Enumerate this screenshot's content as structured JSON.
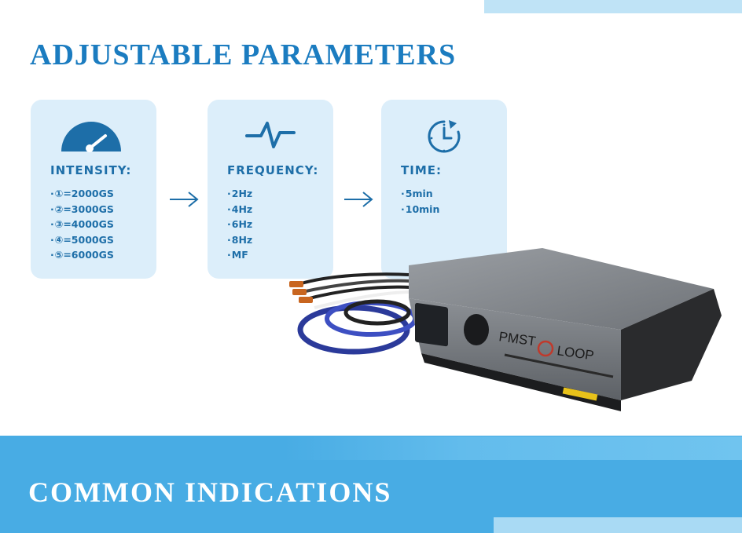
{
  "header": {
    "title": "ADJUSTABLE PARAMETERS"
  },
  "cards": [
    {
      "icon": "gauge-icon",
      "title": "INTENSITY:",
      "items": [
        "①=2000GS",
        "②=3000GS",
        "③=4000GS",
        "④=5000GS",
        "⑤=6000GS"
      ]
    },
    {
      "icon": "pulse-wave-icon",
      "title": "FREQUENCY:",
      "items": [
        "2Hz",
        "4Hz",
        "6Hz",
        "8Hz",
        "MF"
      ]
    },
    {
      "icon": "timer-icon",
      "title": "TIME:",
      "items": [
        "5min",
        "10min"
      ]
    }
  ],
  "arrows": [
    "arrow-right-icon",
    "arrow-right-icon"
  ],
  "device": {
    "brand_left": "PMST",
    "brand_right": "LOOP"
  },
  "footer": {
    "title": "COMMON INDICATIONS"
  },
  "colors": {
    "accent": "#1b7cc0",
    "card_bg": "#dceefa",
    "band": "#48ace4"
  }
}
